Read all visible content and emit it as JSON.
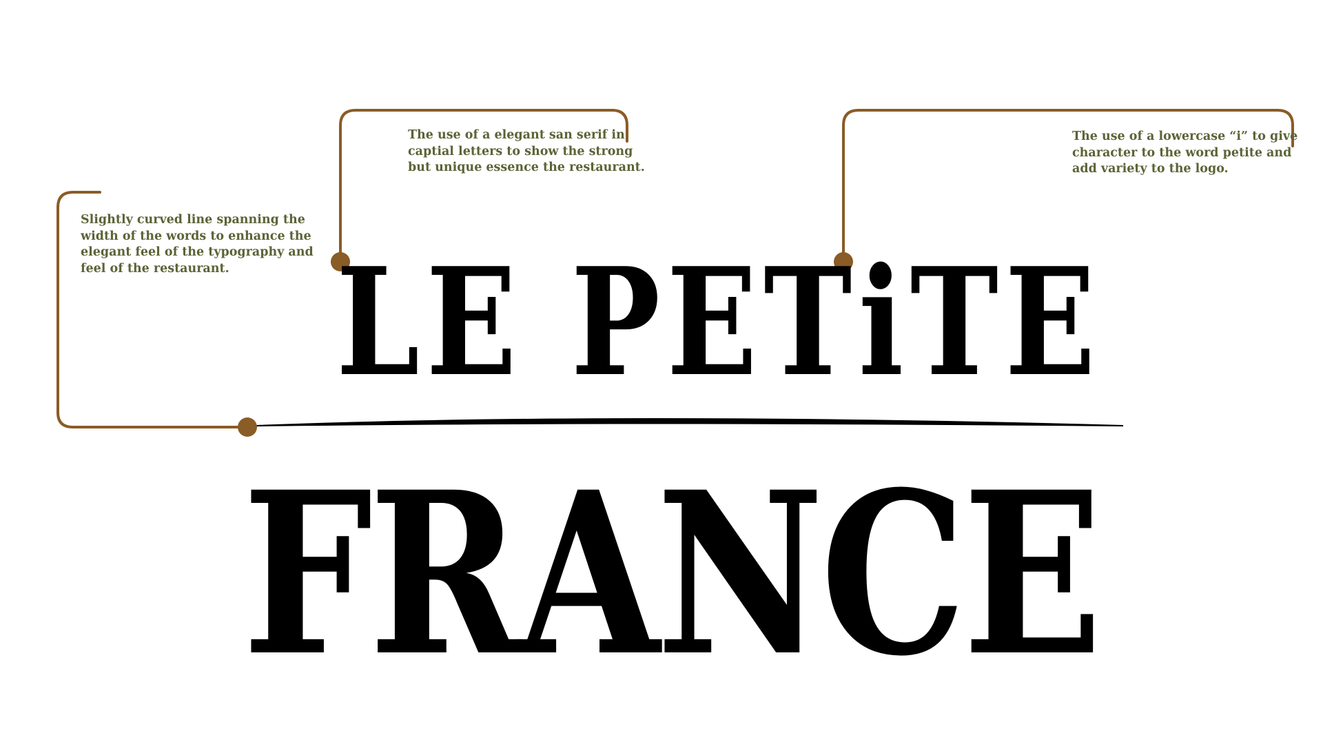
{
  "logo": {
    "line1": "LE PETiTE",
    "line2": "FRANCE"
  },
  "annotations": [
    {
      "id": "curved-line",
      "lines": [
        "Slightly curved line spanning the",
        "width of the words to enhance the",
        "elegant feel of the typography and",
        "feel of the restaurant."
      ]
    },
    {
      "id": "san-serif",
      "lines": [
        "The use of a elegant san serif in",
        "captial letters to show the strong",
        "but unique essence the restaurant."
      ]
    },
    {
      "id": "lowercase-i",
      "lines": [
        "The use of a lowercase “i” to give",
        "character to the word petite and",
        "add variety to the logo."
      ]
    }
  ],
  "colors": {
    "connector": "#8a5c26",
    "annotation_text": "#5b6437",
    "logo_text": "#000000",
    "background": "#ffffff"
  }
}
